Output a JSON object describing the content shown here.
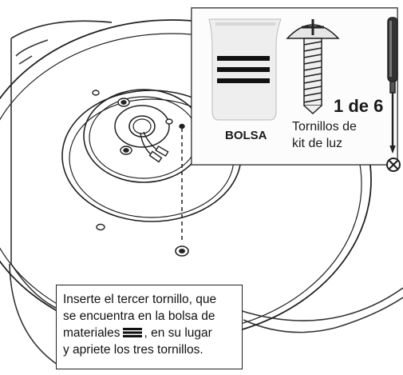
{
  "callout": {
    "bag_label": "BOLSA",
    "screw_label_line1": "Tornillos de",
    "screw_label_line2": "kit de luz",
    "count": "1 de 6"
  },
  "instruction": {
    "line1": "Inserte el tercer tornillo, que",
    "line2": "se encuentra en la bolsa de",
    "line3_before": "materiales",
    "line3_after": ", en su lugar",
    "line4": "y apriete los tres tornillos."
  },
  "icons": [
    "bag-icon",
    "screw-icon",
    "screwdriver-icon",
    "phillips-head-icon",
    "bag-symbol-icon"
  ]
}
